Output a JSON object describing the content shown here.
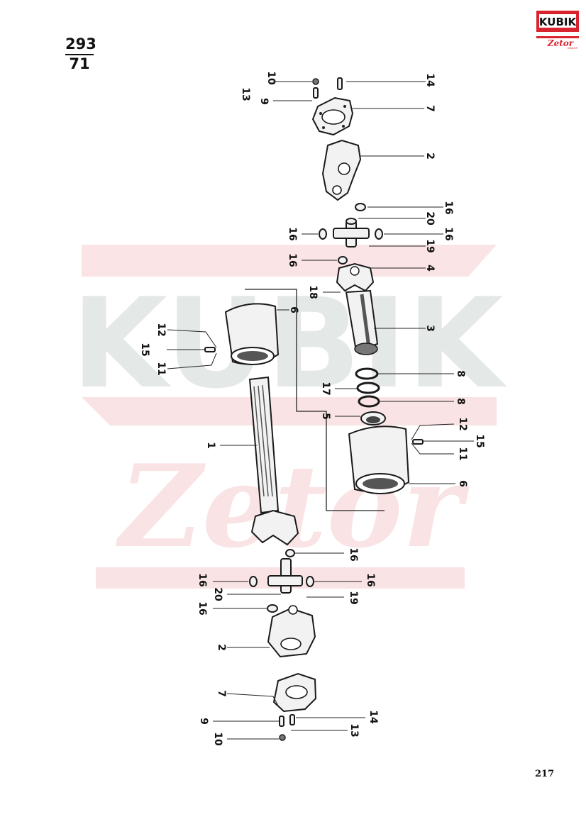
{
  "header": {
    "fraction_top": "293",
    "fraction_bottom": "71"
  },
  "logo": {
    "brand": "KUBIK",
    "sub": "Zetor",
    "tag": "DEALER",
    "color": "#d9232e"
  },
  "page_number": "217",
  "watermark": {
    "line1": "KUBIK",
    "line2": "Zetor",
    "color": "#d9232e"
  },
  "callouts": {
    "c1": "1",
    "c2_upper": "2",
    "c2_lower": "2",
    "c3": "3",
    "c4": "4",
    "c5": "5",
    "c6_upper": "6",
    "c6_lower": "6",
    "c7_upper": "7",
    "c7_lower": "7",
    "c8_upper": "8",
    "c8_lower": "8",
    "c9_upper": "9",
    "c9_lower": "9",
    "c10_upper": "10",
    "c10_lower": "10",
    "c11_left": "11",
    "c11_right": "11",
    "c12_left": "12",
    "c12_right": "12",
    "c13_upper": "13",
    "c13_lower": "13",
    "c14_upper": "14",
    "c14_lower": "14",
    "c15_left": "15",
    "c15_right": "15",
    "c16_a": "16",
    "c16_b": "16",
    "c16_c": "16",
    "c16_d": "16",
    "c16_e": "16",
    "c16_f": "16",
    "c16_g": "16",
    "c16_h": "16",
    "c17": "17",
    "c18": "18",
    "c19_upper": "19",
    "c19_lower": "19",
    "c20_upper": "20",
    "c20_lower": "20"
  }
}
